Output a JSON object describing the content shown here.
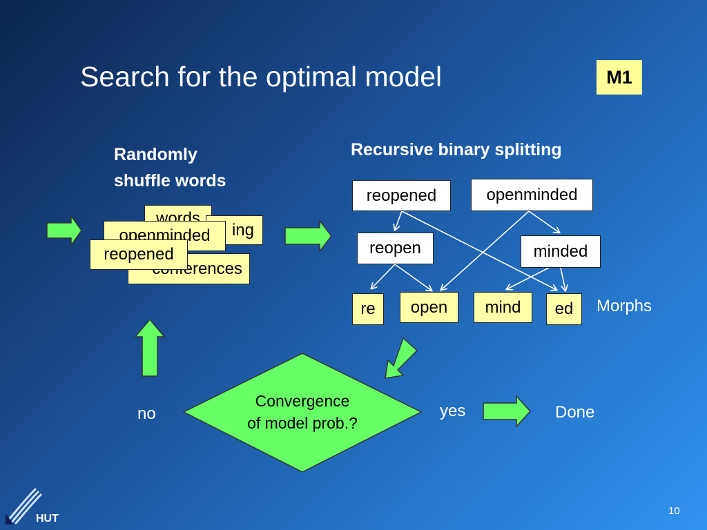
{
  "title": "Search for the optimal model",
  "badge": "M1",
  "left_heading": [
    "Randomly",
    "shuffle words"
  ],
  "right_heading": "Recursive binary splitting",
  "shuffled_cards": [
    "words",
    "ing",
    "openminded",
    "conferences",
    "reopened"
  ],
  "split_words": [
    "reopened",
    "openminded",
    "reopen",
    "minded"
  ],
  "morphs": [
    "re",
    "open",
    "mind",
    "ed"
  ],
  "morphs_label": "Morphs",
  "decision": [
    "Convergence",
    "of model prob.?"
  ],
  "no_label": "no",
  "yes_label": "yes",
  "done_label": "Done",
  "footer_logo": "HUT",
  "page_number": "10",
  "colors": {
    "arrow_fill": "#66ff66",
    "card_fill": "#ffffaa",
    "badge_fill": "#ffff99"
  }
}
